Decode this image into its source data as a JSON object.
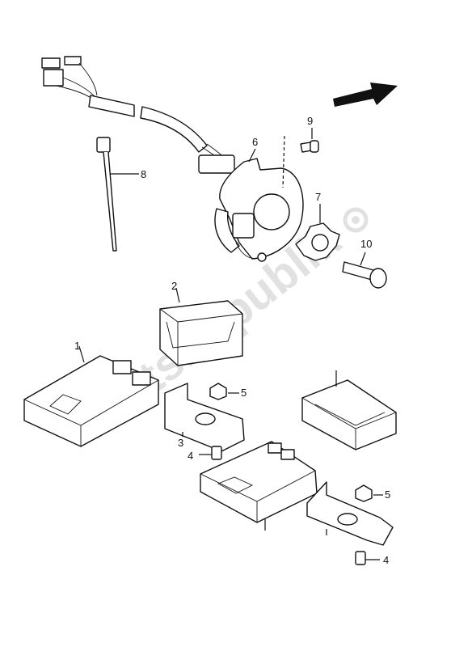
{
  "watermark": "PartsRepublik",
  "callouts": {
    "c1": "1",
    "c2": "2",
    "c3": "3",
    "c4a": "4",
    "c4b": "4",
    "c5a": "5",
    "c5b": "5",
    "c6": "6",
    "c7": "7",
    "c8": "8",
    "c9": "9",
    "c10": "10"
  }
}
